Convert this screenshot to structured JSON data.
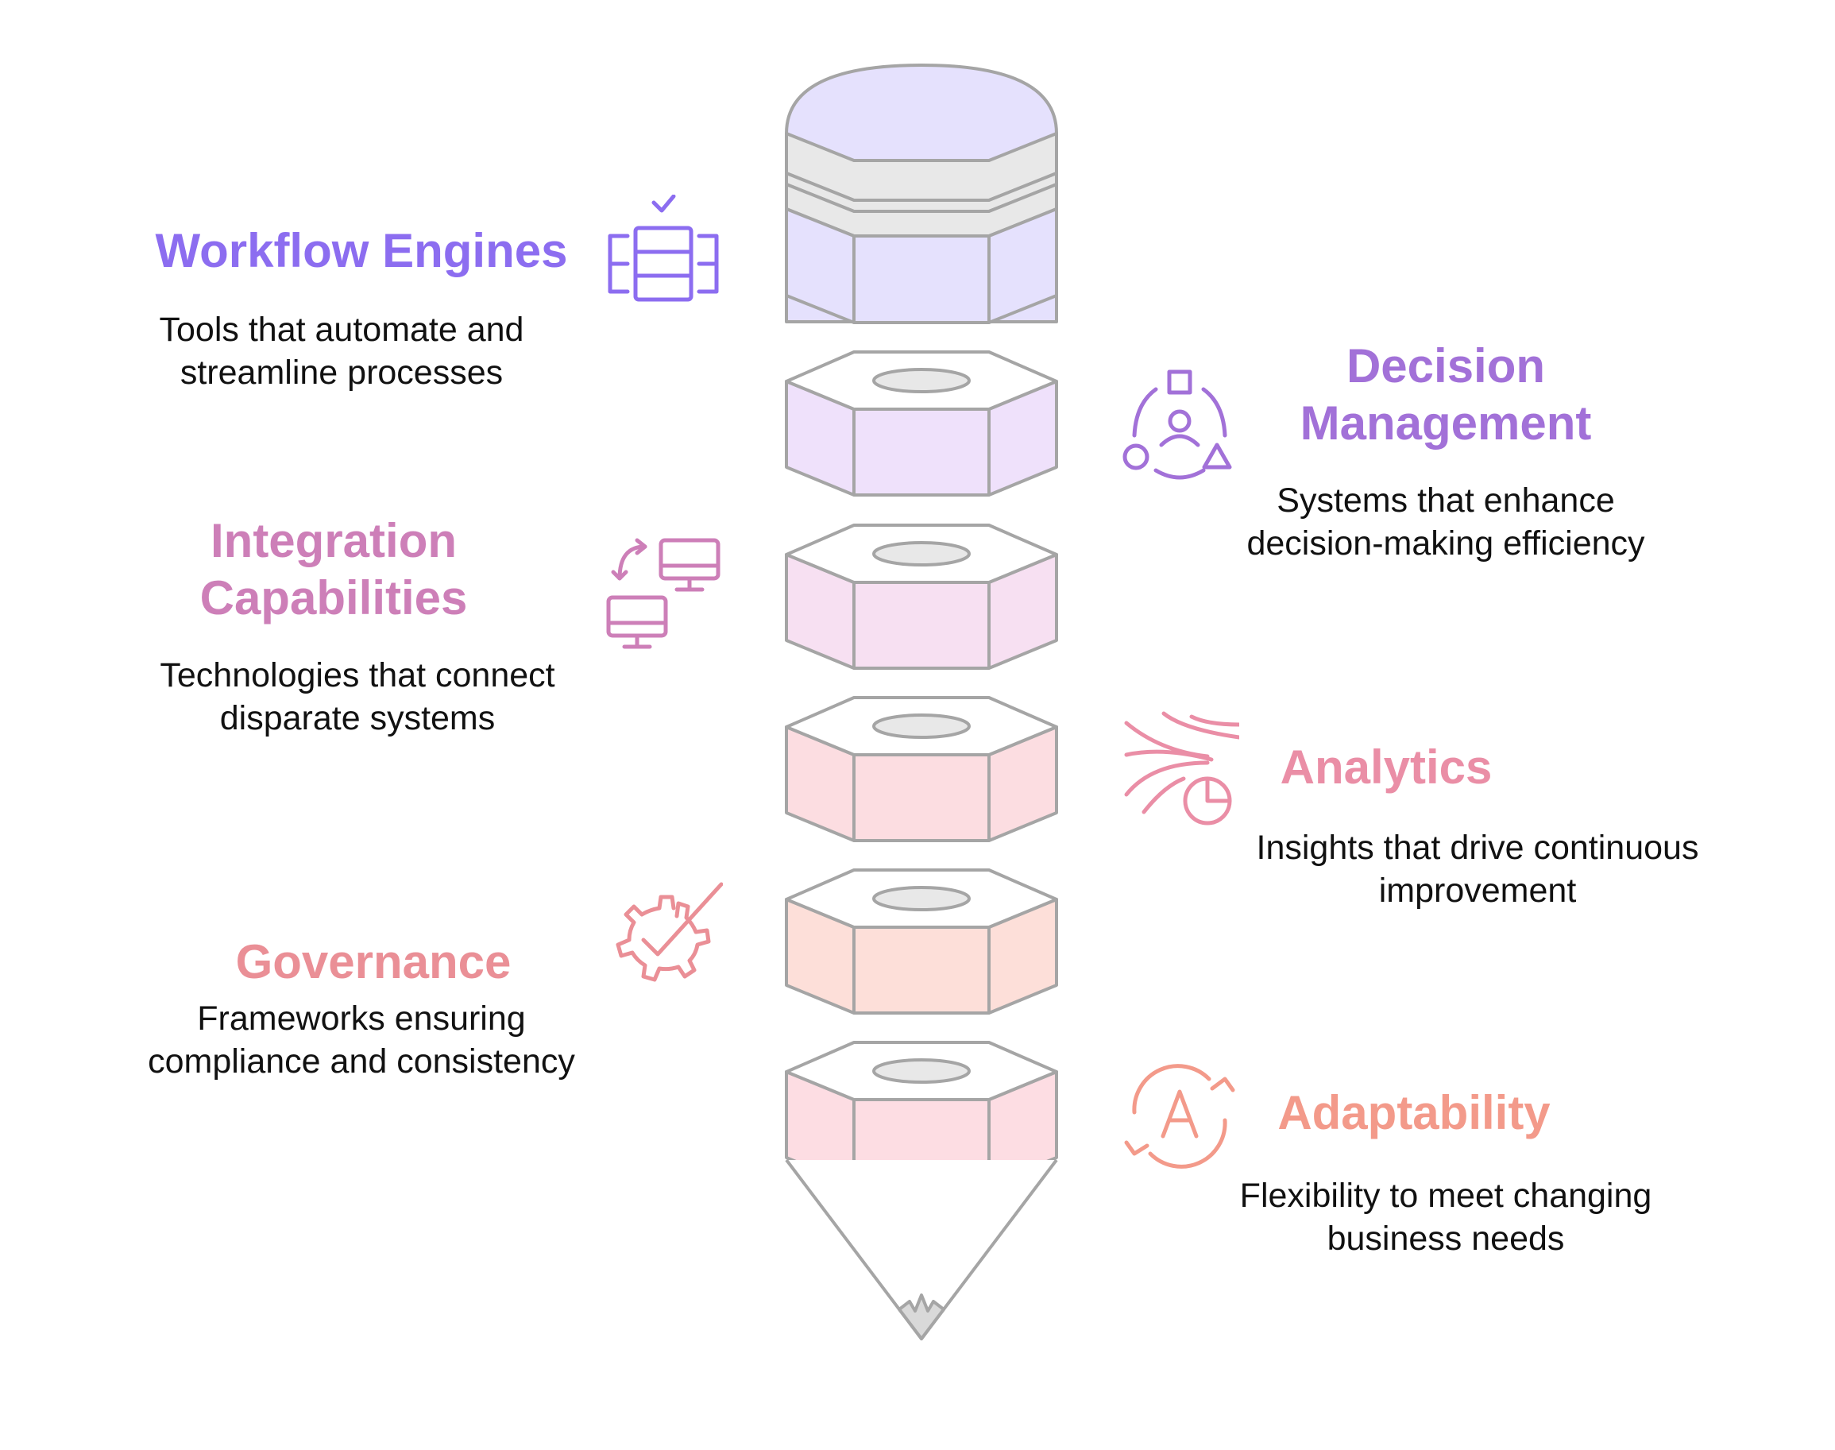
{
  "colors": {
    "workflow": "#8c6df0",
    "decision": "#a271d8",
    "integration": "#cd7fb8",
    "analytics": "#ea8ea6",
    "governance": "#ea8f96",
    "adaptability": "#f39a8a",
    "outline": "#a5a5a5",
    "band_fill": "#e8e8e8",
    "segment_fills": [
      "#e6e1fd",
      "#efe1fb",
      "#f7e0f2",
      "#fcdde1",
      "#fddfd9",
      "#fddde3"
    ],
    "cap_fill": "#e5e1fd"
  },
  "items": {
    "workflow": {
      "title": "Workflow Engines",
      "description": "Tools that automate and\nstreamline processes",
      "icon": "workflow-list-icon"
    },
    "decision": {
      "title": "Decision\nManagement",
      "description": "Systems that enhance\ndecision-making efficiency",
      "icon": "decision-shapes-icon"
    },
    "integration": {
      "title": "Integration\nCapabilities",
      "description": "Technologies that connect\ndisparate systems",
      "icon": "computer-sync-icon"
    },
    "analytics": {
      "title": "Analytics",
      "description": "Insights that drive continuous\nimprovement",
      "icon": "analytics-chart-icon"
    },
    "governance": {
      "title": "Governance",
      "description": "Frameworks ensuring\ncompliance and consistency",
      "icon": "gear-check-icon"
    },
    "adaptability": {
      "title": "Adaptability",
      "description": "Flexibility to meet changing\nbusiness needs",
      "icon": "adapt-cycle-icon"
    }
  }
}
